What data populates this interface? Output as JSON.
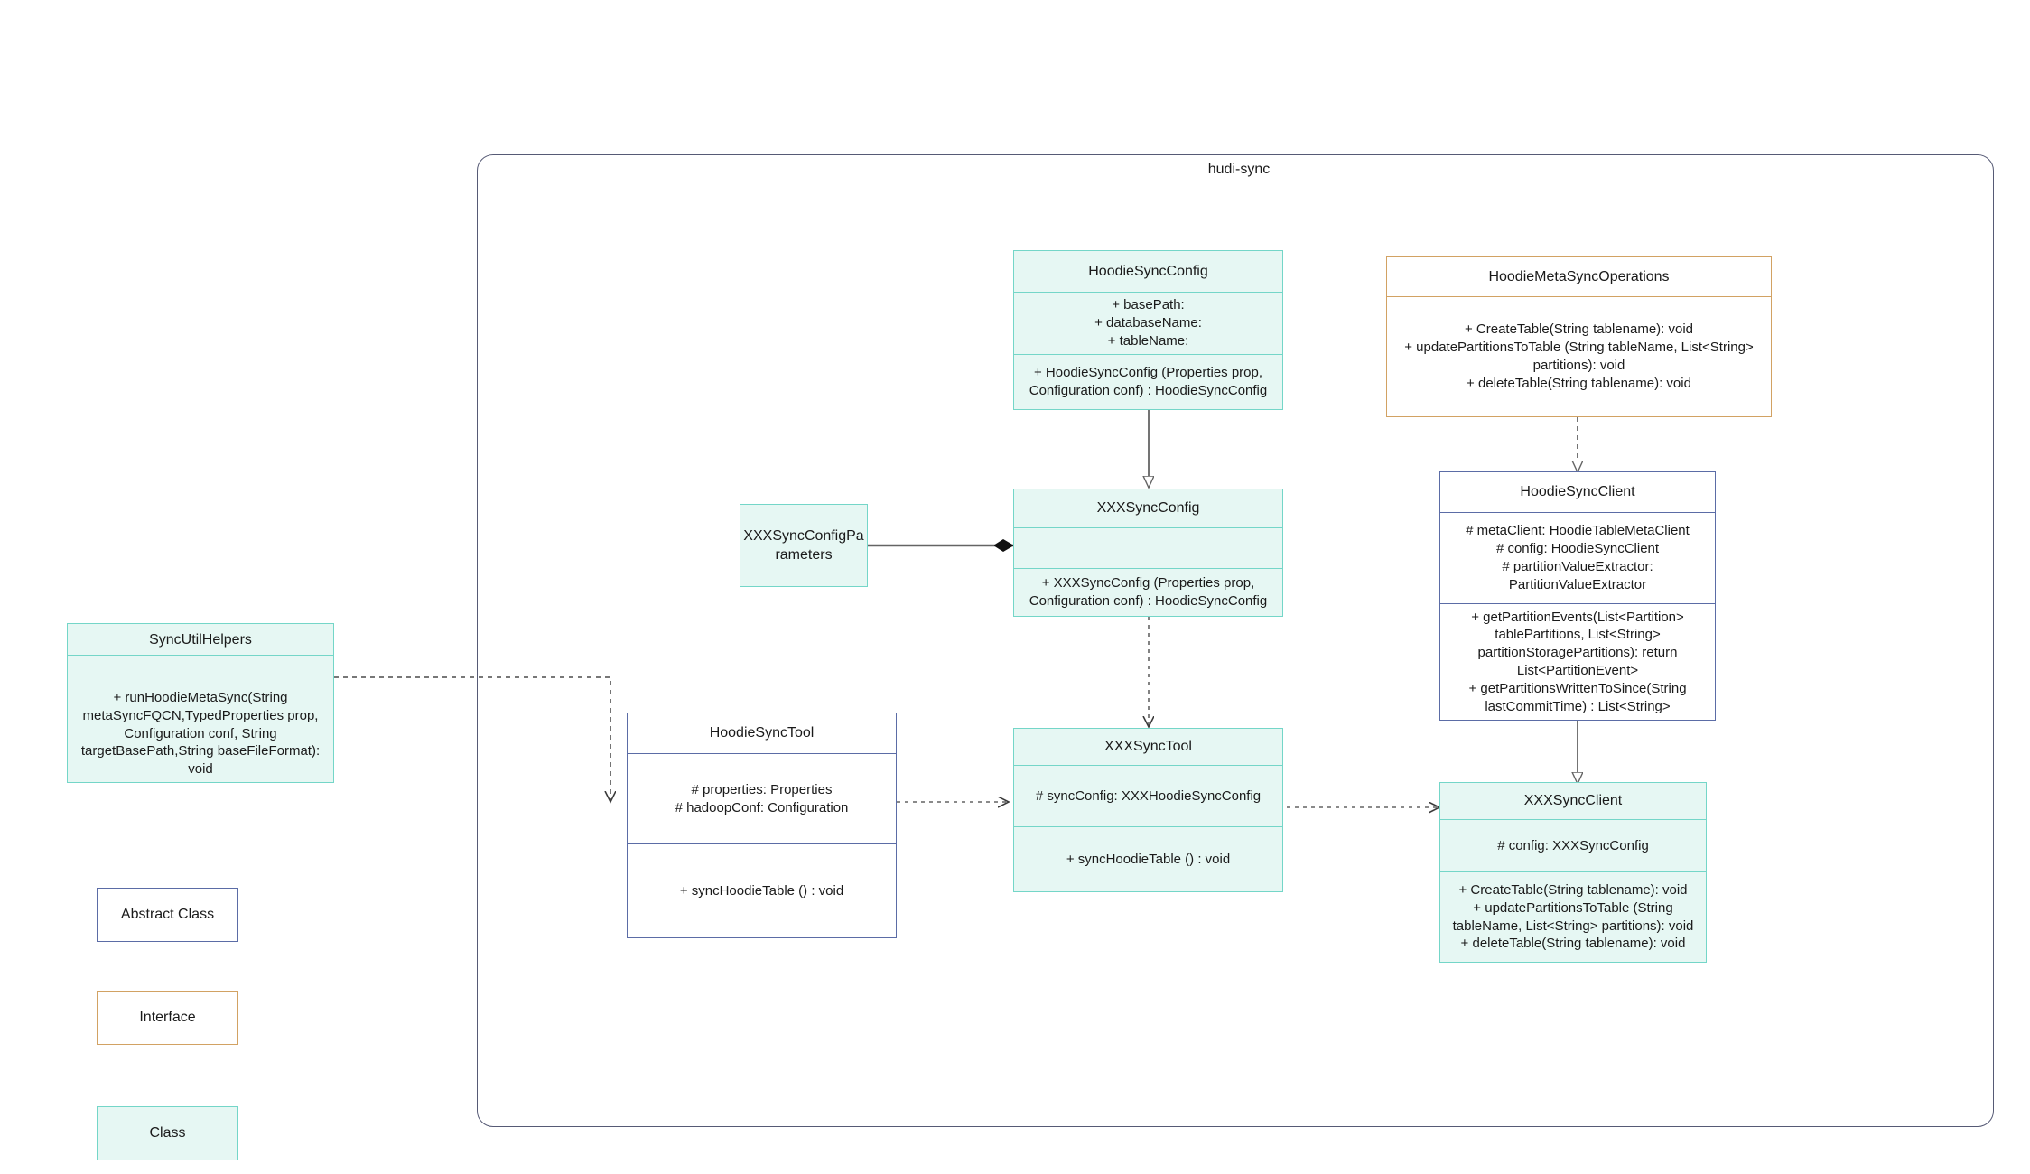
{
  "package": {
    "title": "hudi-sync"
  },
  "legend": {
    "items": [
      {
        "label": "Abstract Class",
        "style": "abstract"
      },
      {
        "label": "Interface",
        "style": "interface"
      },
      {
        "label": "Class",
        "style": "class"
      }
    ]
  },
  "colors": {
    "class_border": "#74d6c8",
    "class_fill": "#e6f7f3",
    "abstract_border": "#5b6ca6",
    "interface_border": "#d2a263",
    "package_border": "#565a75",
    "edge": "#646464",
    "text": "#1a1a1a"
  },
  "classes": {
    "sync_util_helpers": {
      "name": "SyncUtilHelpers",
      "attributes": "",
      "operations": "+    runHoodieMetaSync(String metaSyncFQCN,TypedProperties prop, Configuration conf, String targetBasePath,String baseFileFormat): void",
      "stereotype": "class"
    },
    "hoodie_sync_config": {
      "name": "HoodieSyncConfig",
      "attributes": "+    basePath:\n+   databaseName:\n+    tableName:",
      "operations": "+   HoodieSyncConfig (Properties prop, Configuration conf) : HoodieSyncConfig",
      "stereotype": "class"
    },
    "hoodie_meta_sync_operations": {
      "name": "HoodieMetaSyncOperations",
      "attributes": "+    CreateTable(String tablename): void\n+   updatePartitionsToTable (String tableName, List<String> partitions): void\n+    deleteTable(String tablename): void",
      "operations": "",
      "stereotype": "interface"
    },
    "xxx_sync_config_parameters": {
      "name": "XXXSyncConfigParameters",
      "attributes": "",
      "operations": "",
      "stereotype": "class"
    },
    "xxx_sync_config": {
      "name": "XXXSyncConfig",
      "attributes": "",
      "operations": "+   XXXSyncConfig (Properties prop, Configuration conf) : HoodieSyncConfig",
      "stereotype": "class"
    },
    "hoodie_sync_client": {
      "name": "HoodieSyncClient",
      "attributes": "#   metaClient: HoodieTableMetaClient\n#    config: HoodieSyncClient\n#     partitionValueExtractor: PartitionValueExtractor",
      "operations": "+    getPartitionEvents(List<Partition> tablePartitions, List<String> partitionStoragePartitions): return List<PartitionEvent>\n+    getPartitionsWrittenToSince(String lastCommitTime) : List<String>",
      "stereotype": "abstract"
    },
    "hoodie_sync_tool": {
      "name": "HoodieSyncTool",
      "attributes": "#    properties: Properties\n#   hadoopConf: Configuration",
      "operations": "+    syncHoodieTable () : void",
      "stereotype": "abstract"
    },
    "xxx_sync_tool": {
      "name": "XXXSyncTool",
      "attributes": "#   syncConfig: XXXHoodieSyncConfig",
      "operations": "+   syncHoodieTable () : void",
      "stereotype": "class"
    },
    "xxx_sync_client": {
      "name": "XXXSyncClient",
      "attributes": "#    config: XXXSyncConfig",
      "operations": "+    CreateTable(String tablename): void\n+    updatePartitionsToTable (String tableName, List<String> partitions): void\n+    deleteTable(String tablename): void",
      "stereotype": "class"
    }
  },
  "relationships": [
    {
      "name": "hoodie-sync-config-to-xxx-sync-config",
      "kind": "generalization",
      "from": "hoodie_sync_config",
      "to": "xxx_sync_config"
    },
    {
      "name": "hoodie-meta-sync-operations-to-hoodie-sync-client",
      "kind": "realization",
      "from": "hoodie_meta_sync_operations",
      "to": "hoodie_sync_client"
    },
    {
      "name": "xxx-sync-config-parameters-to-xxx-sync-config",
      "kind": "composition",
      "from": "xxx_sync_config_parameters",
      "to": "xxx_sync_config"
    },
    {
      "name": "xxx-sync-config-to-xxx-sync-tool",
      "kind": "dependency",
      "from": "xxx_sync_config",
      "to": "xxx_sync_tool"
    },
    {
      "name": "hoodie-sync-client-to-xxx-sync-client",
      "kind": "generalization",
      "from": "hoodie_sync_client",
      "to": "xxx_sync_client"
    },
    {
      "name": "sync-util-helpers-to-hoodie-sync-tool",
      "kind": "dependency",
      "from": "sync_util_helpers",
      "to": "hoodie_sync_tool"
    },
    {
      "name": "hoodie-sync-tool-to-xxx-sync-tool",
      "kind": "dependency",
      "from": "hoodie_sync_tool",
      "to": "xxx_sync_tool"
    },
    {
      "name": "xxx-sync-tool-to-xxx-sync-client",
      "kind": "dependency",
      "from": "xxx_sync_tool",
      "to": "xxx_sync_client"
    }
  ]
}
